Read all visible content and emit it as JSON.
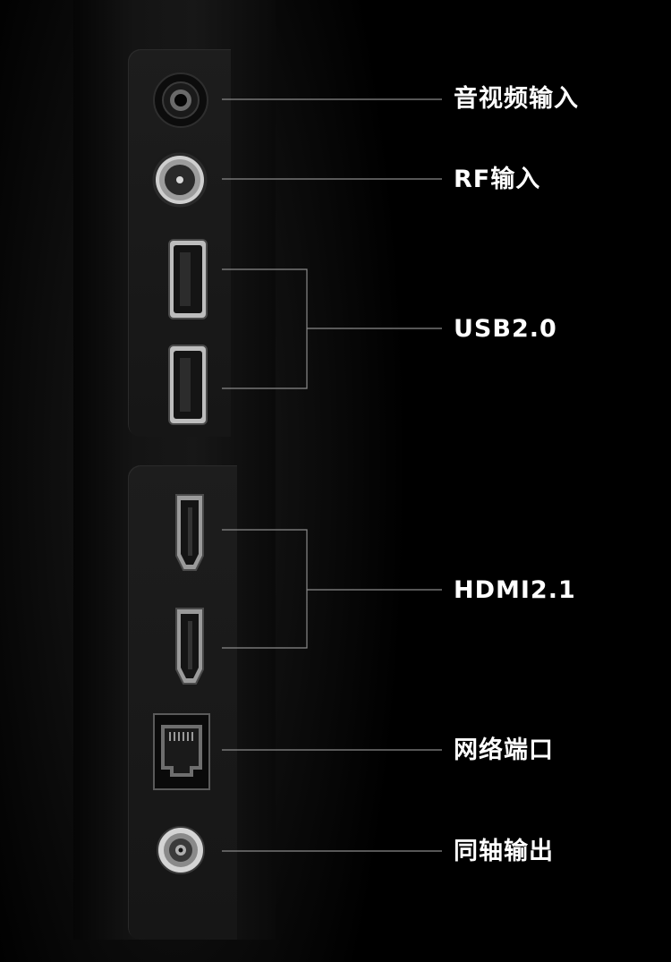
{
  "ports": {
    "av_in": "音视频输入",
    "rf_in": "RF输入",
    "usb": "USB2.0",
    "hdmi": "HDMI2.1",
    "lan": "网络端口",
    "coax_out": "同轴输出"
  },
  "colors": {
    "background": "#000000",
    "label": "#ffffff",
    "leader_line": "#8a8a8a"
  }
}
